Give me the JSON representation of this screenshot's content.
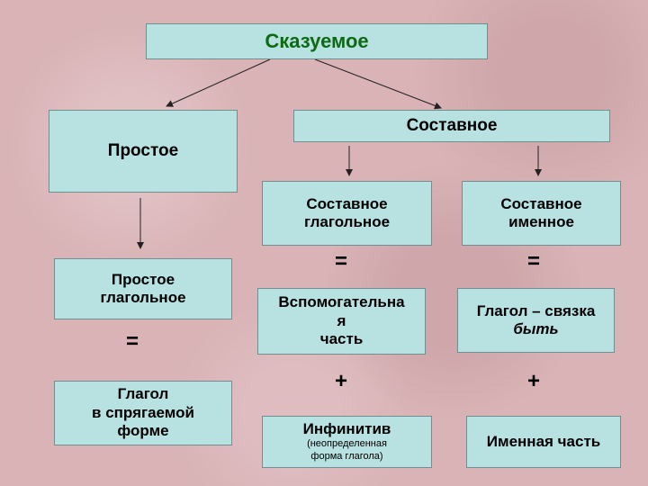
{
  "root": "Сказуемое",
  "simple": "Простое",
  "compound": "Составное",
  "simple_verbal": [
    "Простое",
    "глагольное"
  ],
  "simple_verbal_eq": "=",
  "simple_verbal_part": [
    "Глагол",
    "в спрягаемой",
    "форме"
  ],
  "compound_verbal": [
    "Составное",
    "глагольное"
  ],
  "compound_verbal_eq": "=",
  "aux_part": [
    "Вспомогательна",
    "я",
    "часть"
  ],
  "compound_verbal_plus": "+",
  "infinitive": "Инфинитив",
  "infinitive_note": [
    "(неопределенная",
    "форма глагола)"
  ],
  "compound_nominal": [
    "Составное",
    "именное"
  ],
  "compound_nominal_eq": "=",
  "copula": "Глагол – связка",
  "copula_word": "быть",
  "compound_nominal_plus": "+",
  "nominal_part": "Именная часть"
}
